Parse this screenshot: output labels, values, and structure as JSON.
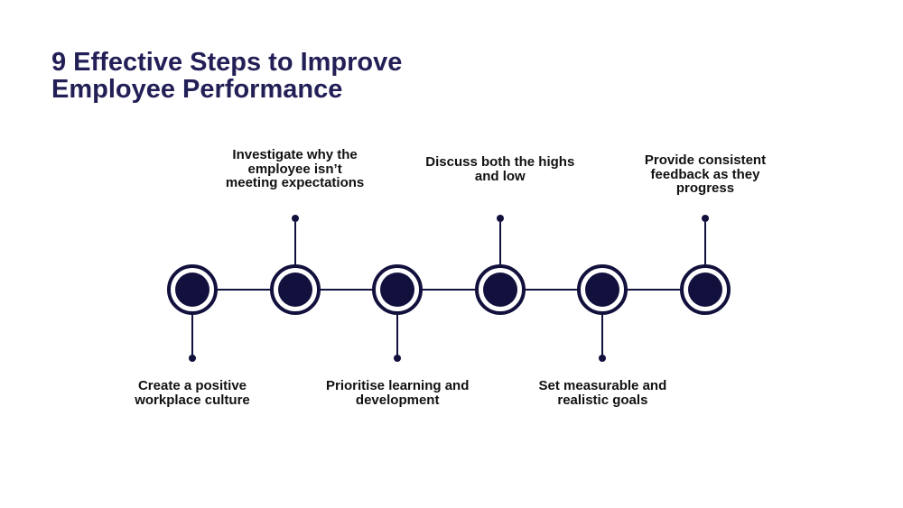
{
  "title": {
    "lines": [
      "9 Effective Steps to Improve",
      "Employee Performance"
    ]
  },
  "steps": [
    {
      "side": "bottom",
      "label": "Create a positive\nworkplace culture"
    },
    {
      "side": "top",
      "label": "Investigate why the\nemployee isn’t\nmeeting expectations"
    },
    {
      "side": "bottom",
      "label": "Prioritise learning and\ndevelopment"
    },
    {
      "side": "top",
      "label": "Discuss both the highs\nand low"
    },
    {
      "side": "bottom",
      "label": "Set measurable and\nrealistic goals"
    },
    {
      "side": "top",
      "label": "Provide consistent\nfeedback as they\nprogress"
    }
  ],
  "colors": {
    "background": "#ffffff",
    "title_text": "#221f56",
    "shape_navy": "#12103d",
    "label_text": "#111111"
  }
}
